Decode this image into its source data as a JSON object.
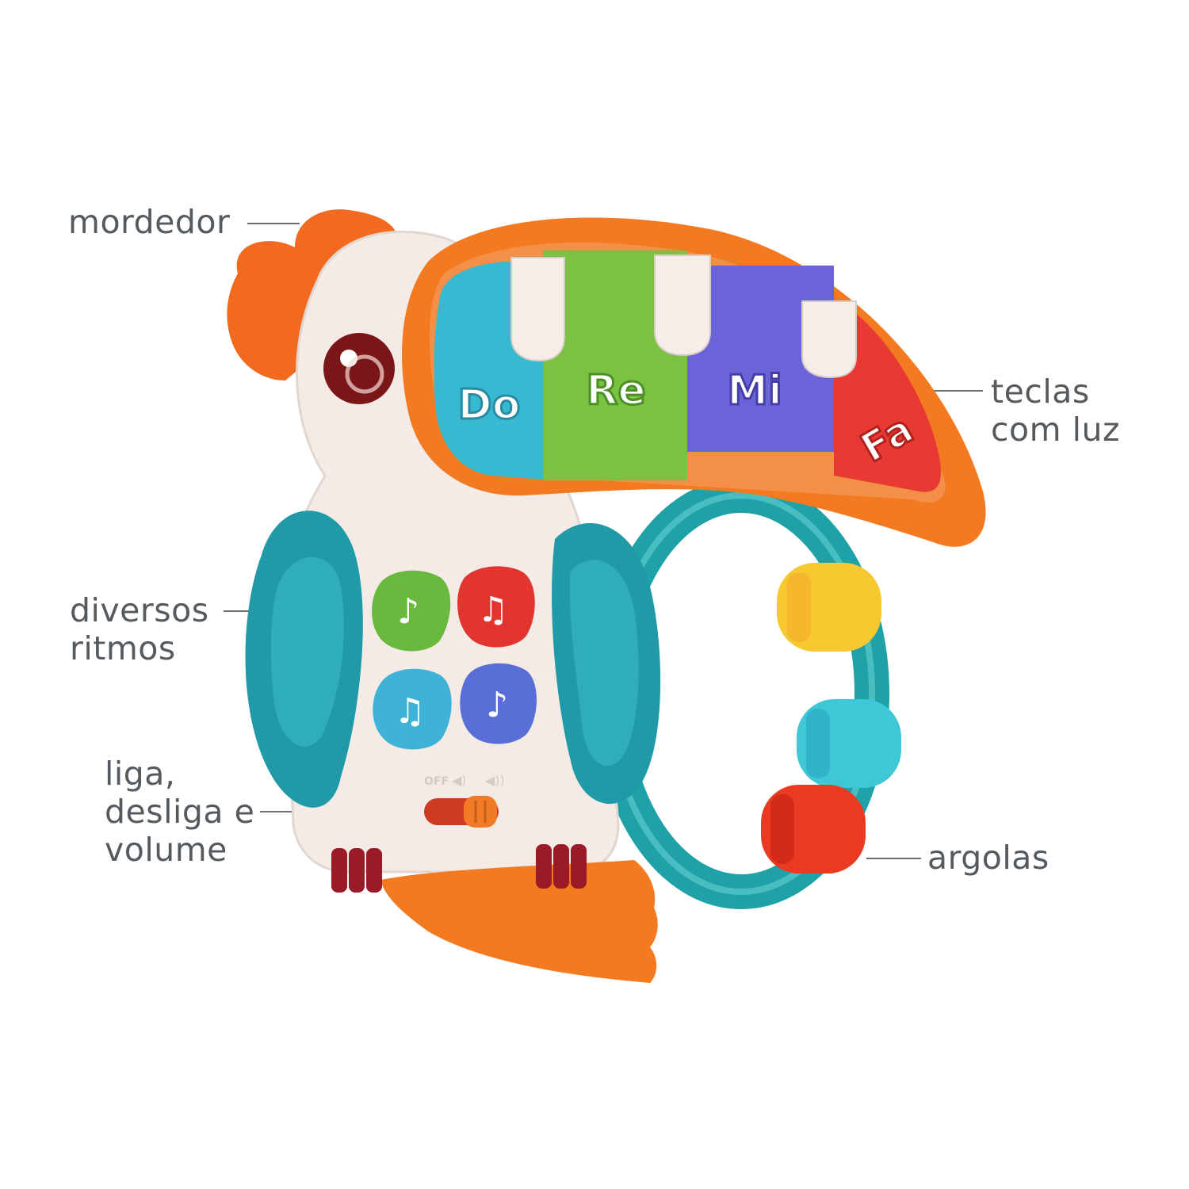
{
  "callouts": {
    "teether": "mordedor",
    "keys": [
      "teclas",
      "com luz"
    ],
    "rhythms": [
      "diversos",
      "ritmos"
    ],
    "power": [
      "liga,",
      "desliga e",
      "volume"
    ],
    "rings": "argolas"
  },
  "keys": [
    {
      "label": "Do",
      "color": "#38b9d2"
    },
    {
      "label": "Re",
      "color": "#7cc242"
    },
    {
      "label": "Mi",
      "color": "#6a64d8"
    },
    {
      "label": "Fa",
      "color": "#e83a34"
    }
  ],
  "switch_text": "OFF",
  "colors": {
    "bill_orange": "#f47a22",
    "body_cream": "#f4ebe6",
    "wing_teal": "#1f9aa6",
    "comb_orange": "#f26a1f",
    "ring_teal": "#1ea2a8",
    "bead_yellow": "#f8c830",
    "bead_cyan": "#3ec7d6",
    "bead_red": "#ea3a22",
    "feet_red": "#9a1a28",
    "button_green": "#68b93e",
    "button_red": "#e3352f",
    "button_cyan": "#3fb3d6",
    "button_blue": "#5a6ed8"
  }
}
